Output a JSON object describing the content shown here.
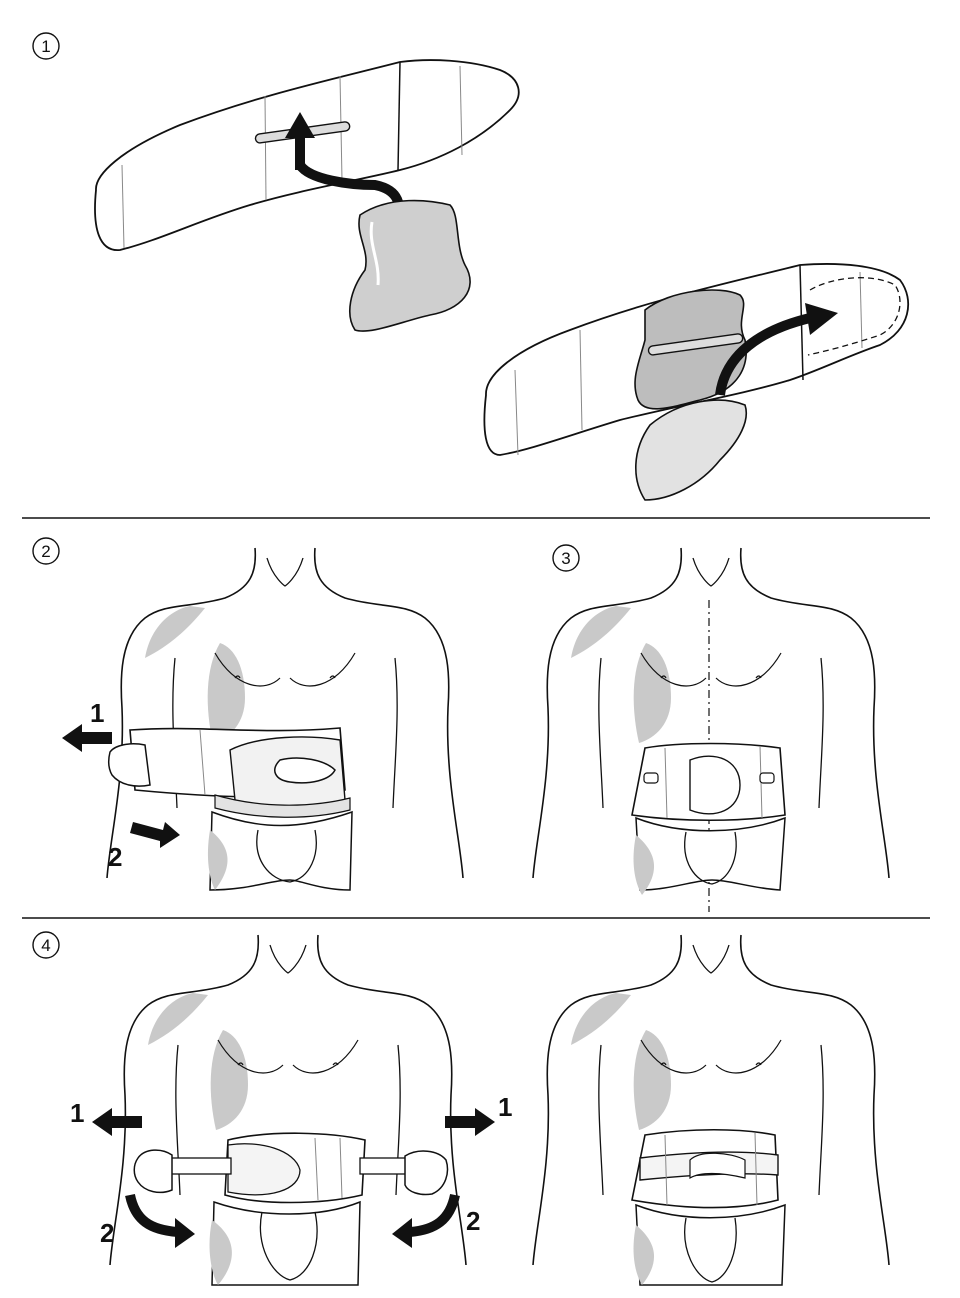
{
  "steps": [
    {
      "id": "1",
      "label": "1"
    },
    {
      "id": "2",
      "label": "2"
    },
    {
      "id": "3",
      "label": "3"
    },
    {
      "id": "4",
      "label": "4"
    }
  ],
  "arrow_labels": {
    "one": "1",
    "two": "2"
  },
  "colors": {
    "line": "#111111",
    "fill_gray": "#cfcfcf",
    "fill_light": "#e4e4e4",
    "shade": "#c4c4c4"
  }
}
